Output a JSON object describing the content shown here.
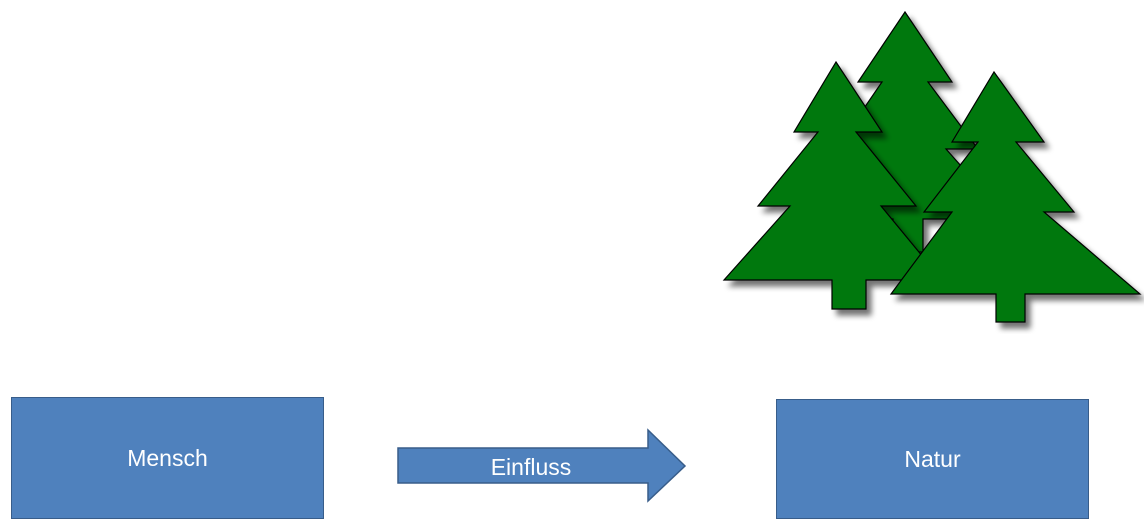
{
  "diagram": {
    "source_node": {
      "label": "Mensch"
    },
    "target_node": {
      "label": "Natur"
    },
    "relation": {
      "label": "Einfluss"
    },
    "illustration": {
      "icon": "forest-trees-icon",
      "count": 3
    }
  },
  "colors": {
    "box_fill": "#4f81bd",
    "box_border": "#385d8a",
    "tree_fill": "#00780a",
    "label_text": "#ffffff"
  }
}
